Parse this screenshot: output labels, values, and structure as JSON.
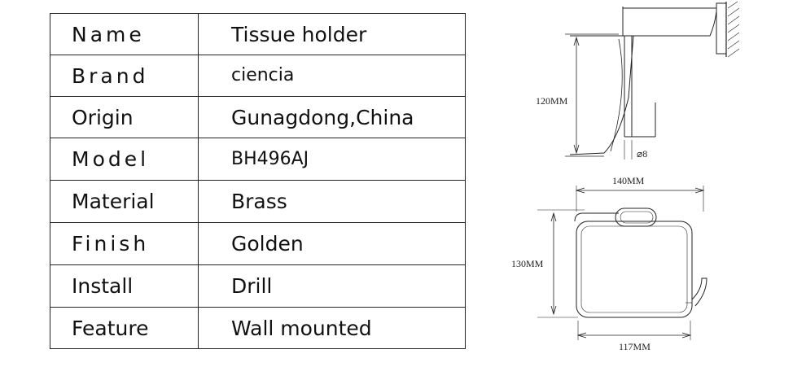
{
  "specs": [
    {
      "label": "Name",
      "value": "Tissue holder"
    },
    {
      "label": "Brand",
      "value": "ciencia"
    },
    {
      "label": "Origin",
      "value": "Gunagdong,China"
    },
    {
      "label": "Model",
      "value": "BH496AJ"
    },
    {
      "label": "Material",
      "value": "Brass"
    },
    {
      "label": "Finish",
      "value": "Golden"
    },
    {
      "label": "Install",
      "value": "Drill"
    },
    {
      "label": "Feature",
      "value": "Wall mounted"
    }
  ],
  "drawing": {
    "side_height": "120MM",
    "diameter": "⌀8",
    "front_width": "140MM",
    "front_height": "130MM",
    "bottom_width": "117MM"
  }
}
